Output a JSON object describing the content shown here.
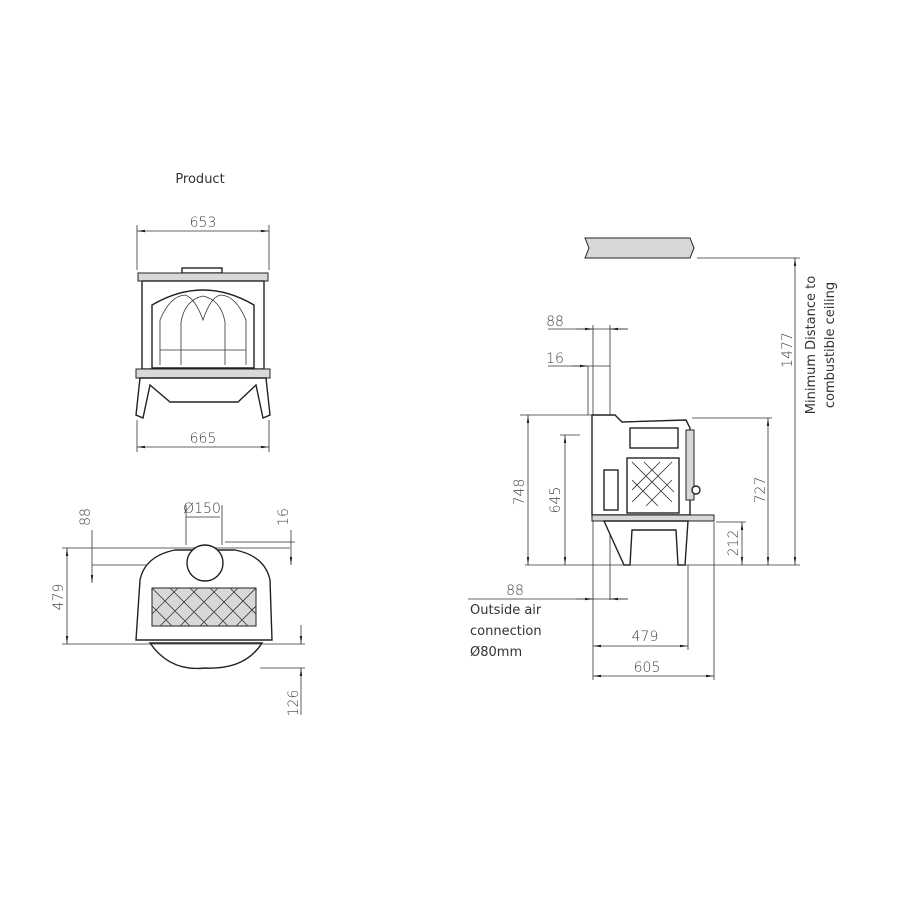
{
  "heading": "Product",
  "front_view": {
    "top_width": "653",
    "base_width": "665"
  },
  "top_view": {
    "flue_diameter": "Ø150",
    "flue_offset": "88",
    "flue_inset": "16",
    "depth": "479",
    "handle_depth": "126"
  },
  "side_view": {
    "ceiling_distance": "1477",
    "ceiling_note_line1": "Minimum Distance to",
    "ceiling_note_line2": "combustible ceiling",
    "top_offset": "88",
    "top_inset": "16",
    "total_height": "748",
    "flue_height": "645",
    "body_height": "727",
    "ash_height": "212",
    "air_offset": "88",
    "air_note_line1": "Outside air",
    "air_note_line2": "connection",
    "air_note_line3": "Ø80mm",
    "leg_depth": "479",
    "total_depth": "605"
  }
}
